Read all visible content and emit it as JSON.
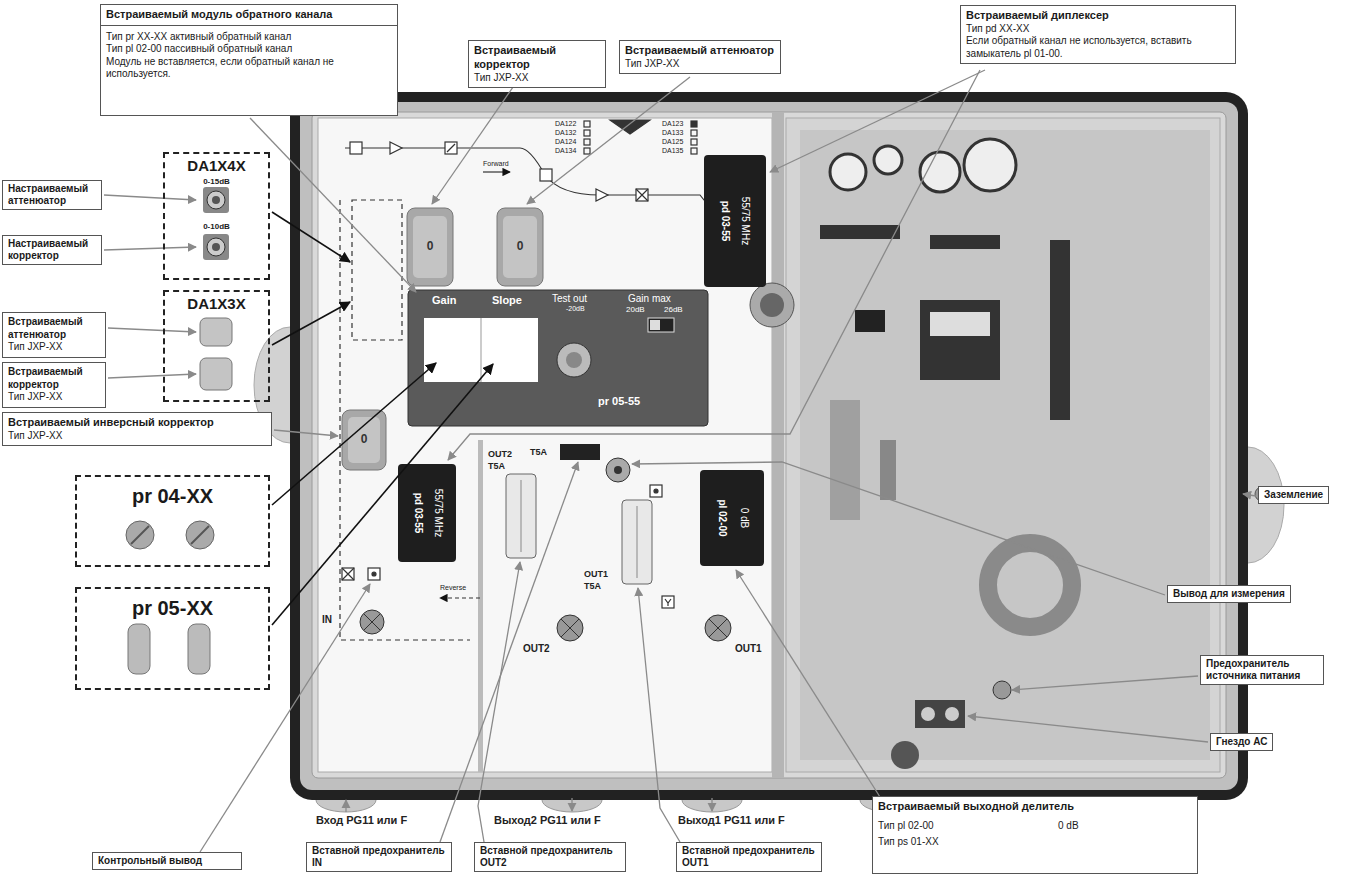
{
  "diagram": {
    "nodes": [
      {
        "text": [
          "Встраиваемый модуль обратного канала",
          "Тип pr XX-XX активный обратный канал",
          "Тип pl 02-00 пассивный обратный канал",
          "Модуль не вставляется, если обратный канал не используется."
        ]
      },
      {
        "text": [
          "Встраиваемый корректор",
          "Тип JXP-XX"
        ]
      },
      {
        "text": [
          "Встраиваемый аттенюатор",
          "Тип JXP-XX"
        ]
      },
      {
        "text": [
          "Встраиваемый диплексер",
          "Тип pd XX-XX",
          "Если обратный канал не используется, вставить замыкатель pl 01-00."
        ]
      },
      {
        "text": [
          "DA1X4X",
          "0-15dB",
          "0-10dB"
        ]
      },
      {
        "text": [
          "Настраиваемый аттенюатор"
        ]
      },
      {
        "text": [
          "Настраиваемый корректор"
        ]
      },
      {
        "text": [
          "DA1X3X"
        ]
      },
      {
        "text": [
          "Встраиваемый аттенюатор",
          "Тип JXP-XX"
        ]
      },
      {
        "text": [
          "Встраиваемый корректор",
          "Тип JXP-XX"
        ]
      },
      {
        "text": [
          "Встраиваемый инверсный корректор",
          "Тип JXP-XX"
        ]
      },
      {
        "text": [
          "pr 04-XX"
        ]
      },
      {
        "text": [
          "pr 05-XX"
        ]
      },
      {
        "text": [
          "Контрольный вывод"
        ]
      },
      {
        "text": [
          "Вставной предохранитель IN"
        ]
      },
      {
        "text": [
          "Вставной предохранитель OUT2"
        ]
      },
      {
        "text": [
          "Вставной предохранитель OUT1"
        ]
      },
      {
        "text": [
          "Встраиваемый выходной делитель",
          "Тип pl 02-00",
          "0 dB",
          "Тип ps 01-XX"
        ]
      },
      {
        "text": [
          "Заземление"
        ]
      },
      {
        "text": [
          "Вывод для измерения"
        ]
      },
      {
        "text": [
          "Предохранитель источника питания"
        ]
      },
      {
        "text": [
          "Гнездо АС"
        ]
      }
    ],
    "labels": [
      "Вход PG11 или F",
      "Выход2 PG11 или F",
      "Выход1 PG11 или F",
      "Gain",
      "Slope",
      "Test out",
      "-20dB",
      "Gain max",
      "20dB",
      "26dB",
      "pr 05-55",
      "pd 03-55",
      "55/75 MHz",
      "pd 03-55",
      "55/75 MHz",
      "pl 02-00",
      "0 dB",
      "T5A",
      "OUT2",
      "T5A",
      "OUT1",
      "T5A",
      "IN",
      "OUT2",
      "OUT1",
      "Forward",
      "Reverse",
      "0",
      "0",
      "0",
      "DA122",
      "DA132",
      "DA124",
      "DA134",
      "DA123",
      "DA133",
      "DA125",
      "DA135"
    ]
  }
}
